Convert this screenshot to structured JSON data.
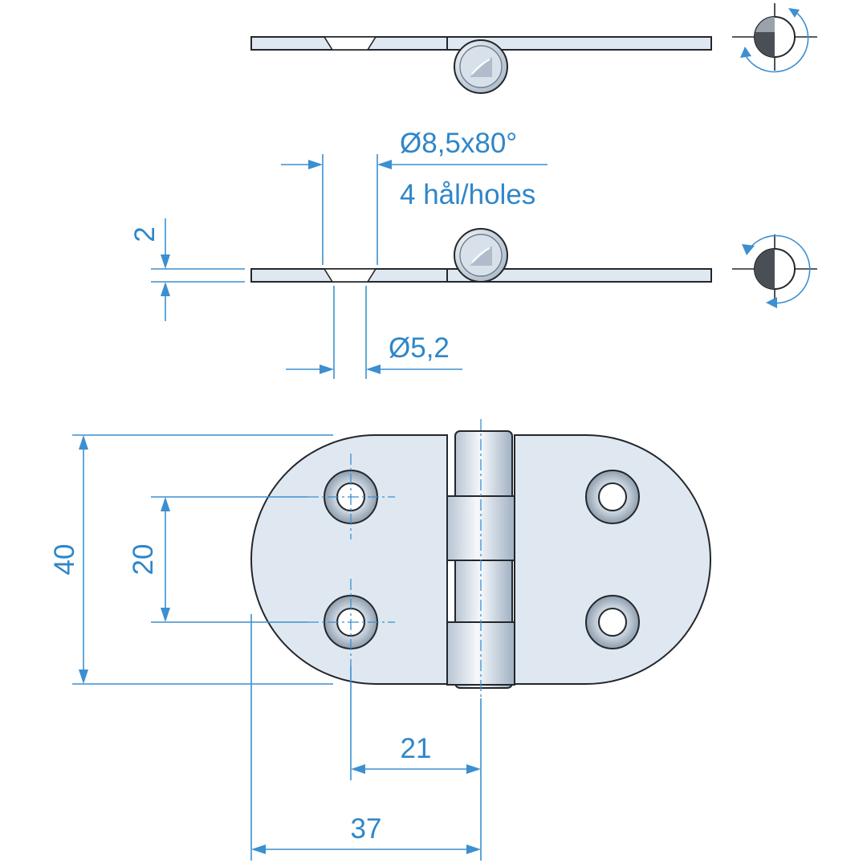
{
  "dimensions": {
    "countersink": "Ø8,5x80°",
    "holes_note": "4 hål/holes",
    "thickness": "2",
    "bore": "Ø5,2",
    "height": "40",
    "hole_spacing": "20",
    "hole_to_pin": "21",
    "edge_to_pin": "37"
  },
  "colors": {
    "dimension": "#2f86c8",
    "metal_fill": "#dfe8f1",
    "outline": "#23272b",
    "rotation_arrow": "#3c8fd0"
  },
  "icons": {
    "logo": "boat-mark-icon",
    "rotation": "rotation-arrow-icon"
  }
}
